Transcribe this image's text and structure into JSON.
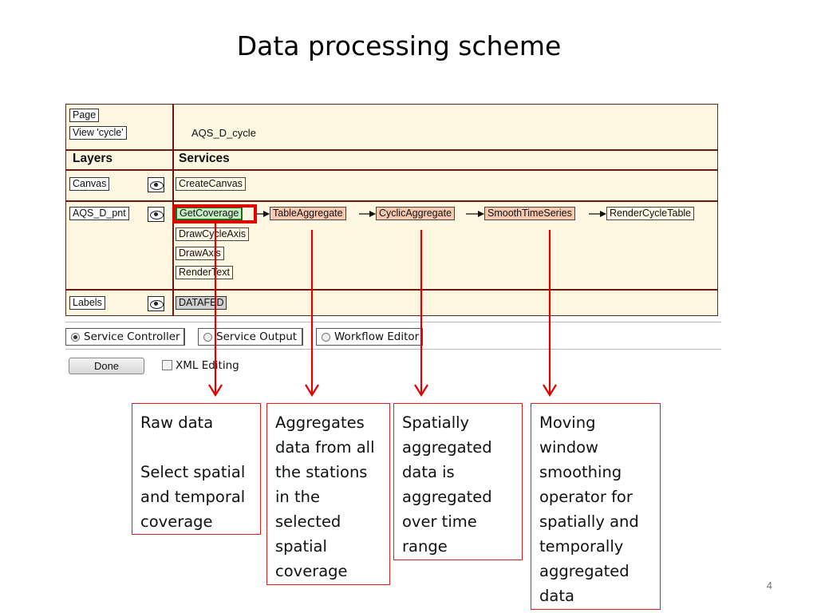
{
  "title": "Data processing scheme",
  "page_number": "4",
  "panel": {
    "page_label": "Page",
    "view_label": "View 'cycle'",
    "view_name": "AQS_D_cycle",
    "layers_header": "Layers",
    "services_header": "Services",
    "layers": [
      {
        "name": "Canvas",
        "services": [
          "CreateCanvas"
        ]
      },
      {
        "name": "AQS_D_pnt",
        "chain": [
          "GetCoverage",
          "TableAggregate",
          "CyclicAggregate",
          "SmoothTimeSeries",
          "RenderCycleTable"
        ],
        "services": [
          "DrawCycleAxis",
          "DrawAxis",
          "RenderText"
        ]
      },
      {
        "name": "Labels",
        "services": [
          "DATAFED"
        ]
      }
    ]
  },
  "tabs": [
    {
      "label": "Service Controller",
      "selected": true
    },
    {
      "label": "Service Output",
      "selected": false
    },
    {
      "label": "Workflow Editor",
      "selected": false
    }
  ],
  "done_label": "Done",
  "xml_editing_label": "XML Editing",
  "notes": [
    "Raw data\n\nSelect spatial and temporal coverage",
    "Aggregates data from all the stations in the selected spatial coverage",
    "Spatially aggregated data is aggregated over time range",
    "Moving window smoothing operator for spatially and temporally aggregated data"
  ],
  "colors": {
    "arrow": "#e00000",
    "frame": "#6a1a10",
    "panel_bg": "#fdf6e0",
    "selected_service": "#c7efc4",
    "aggregate_service": "#f7c8b0"
  }
}
